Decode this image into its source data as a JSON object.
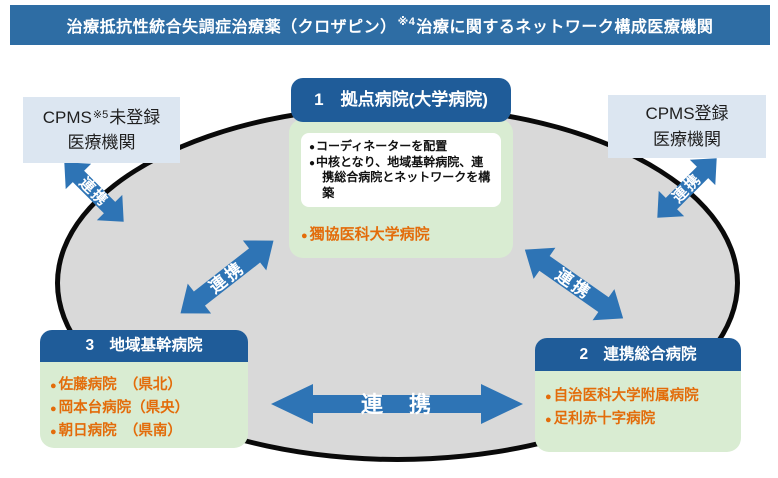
{
  "banner": {
    "text_main": "治療抵抗性統合失調症治療薬（クロザピン）",
    "ref_mark": "※4",
    "text_rest": "治療に関するネットワーク構成医療機関"
  },
  "cpms_unregistered": {
    "line1_prefix": "CPMS",
    "ref_mark": "※5",
    "line1_suffix": "未登録",
    "line2": "医療機関"
  },
  "cpms_registered": {
    "line1": "CPMS登録",
    "line2": "医療機関"
  },
  "hub": {
    "title": "1　拠点病院(大学病院)",
    "notes": [
      "コーディネーターを配置",
      "中核となり、地域基幹病院、連携総合病院とネットワークを構築"
    ],
    "hospitals": [
      "獨協医科大学病院"
    ]
  },
  "regional": {
    "title": "3　地域基幹病院",
    "hospitals": [
      "佐藤病院　（県北）",
      "岡本台病院（県央）",
      "朝日病院　（県南）"
    ]
  },
  "general": {
    "title": "2　連携総合病院",
    "hospitals": [
      "自治医科大学附属病院",
      "足利赤十字病院"
    ]
  },
  "arrows": {
    "label": "連携",
    "label_wide": "連　携"
  },
  "colors": {
    "banner_bg": "#2e6da4",
    "box_header_bg": "#1f5c99",
    "panel_green": "#d9ecd2",
    "cpms_box_bg": "#dce6f1",
    "arrow_blue": "#2e74b5",
    "hospital_orange": "#e36c0a",
    "ellipse_fill": "#d9d9d9",
    "ellipse_border": "#0a0a0a"
  }
}
